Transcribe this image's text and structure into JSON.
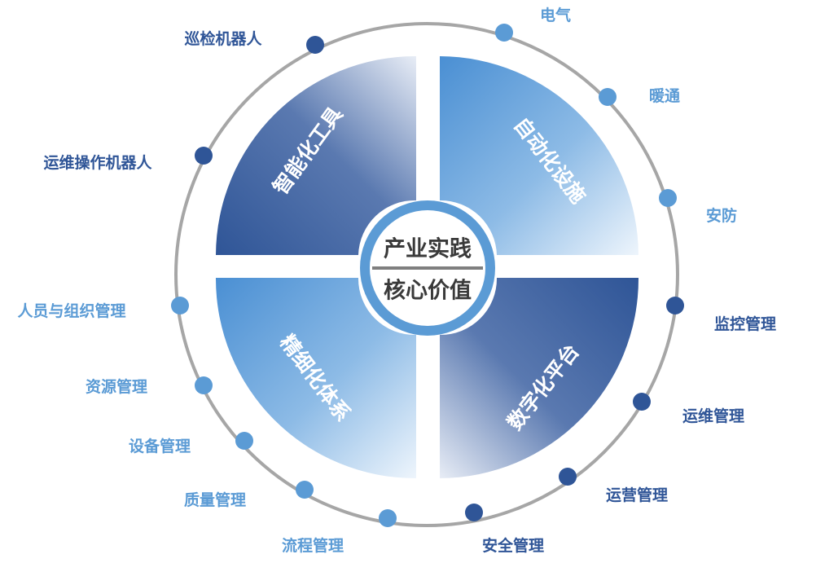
{
  "center": {
    "line1": "产业实践",
    "line2": "核心价值"
  },
  "colors": {
    "dark": "#2f5597",
    "light": "#5b9bd5",
    "ring": "#a6a6a6",
    "center_text": "#3a3a3a"
  },
  "quadrants": [
    {
      "id": "tl",
      "label": "智能化工具"
    },
    {
      "id": "tr",
      "label": "自动化设施"
    },
    {
      "id": "br",
      "label": "数字化平台"
    },
    {
      "id": "bl",
      "label": "精细化体系"
    }
  ],
  "nodes": [
    {
      "label": "电气",
      "tone": "light"
    },
    {
      "label": "暖通",
      "tone": "light"
    },
    {
      "label": "安防",
      "tone": "light"
    },
    {
      "label": "监控管理",
      "tone": "dark"
    },
    {
      "label": "运维管理",
      "tone": "dark"
    },
    {
      "label": "运营管理",
      "tone": "dark"
    },
    {
      "label": "安全管理",
      "tone": "dark"
    },
    {
      "label": "流程管理",
      "tone": "light"
    },
    {
      "label": "质量管理",
      "tone": "light"
    },
    {
      "label": "设备管理",
      "tone": "light"
    },
    {
      "label": "资源管理",
      "tone": "light"
    },
    {
      "label": "人员与组织管理",
      "tone": "light"
    },
    {
      "label": "运维操作机器人",
      "tone": "dark"
    },
    {
      "label": "巡检机器人",
      "tone": "dark"
    }
  ]
}
